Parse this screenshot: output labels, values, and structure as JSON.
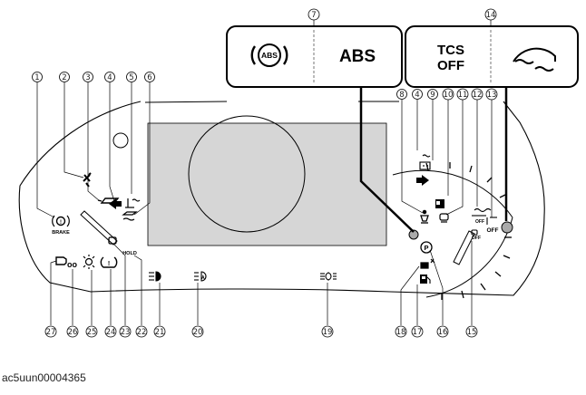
{
  "figure": {
    "image_code": "ac5uun00004365",
    "callouts": [
      {
        "id": "c1",
        "number": "1"
      },
      {
        "id": "c2",
        "number": "2"
      },
      {
        "id": "c3",
        "number": "3"
      },
      {
        "id": "c4a",
        "number": "4"
      },
      {
        "id": "c5",
        "number": "5"
      },
      {
        "id": "c6",
        "number": "6"
      },
      {
        "id": "c7",
        "number": "7"
      },
      {
        "id": "c8",
        "number": "8"
      },
      {
        "id": "c4b",
        "number": "4"
      },
      {
        "id": "c9",
        "number": "9"
      },
      {
        "id": "c10",
        "number": "10"
      },
      {
        "id": "c11",
        "number": "11"
      },
      {
        "id": "c12",
        "number": "12"
      },
      {
        "id": "c13",
        "number": "13"
      },
      {
        "id": "c14",
        "number": "14"
      },
      {
        "id": "c27",
        "number": "27"
      },
      {
        "id": "c26",
        "number": "26"
      },
      {
        "id": "c25",
        "number": "25"
      },
      {
        "id": "c24",
        "number": "24"
      },
      {
        "id": "c23",
        "number": "23"
      },
      {
        "id": "c22",
        "number": "22"
      },
      {
        "id": "c21",
        "number": "21"
      },
      {
        "id": "c20",
        "number": "20"
      },
      {
        "id": "c19",
        "number": "19"
      },
      {
        "id": "c18",
        "number": "18"
      },
      {
        "id": "c17",
        "number": "17"
      },
      {
        "id": "c16",
        "number": "16"
      },
      {
        "id": "c15",
        "number": "15"
      }
    ],
    "abs_box": {
      "icon_text": "ABS",
      "label": "ABS"
    },
    "tcs_box": {
      "label_line1": "TCS",
      "label_line2": "OFF"
    },
    "indicators": {
      "brake": "BRAKE",
      "hold": "HOLD",
      "off_label": "OFF",
      "auto_hold_small": "OFF"
    }
  }
}
